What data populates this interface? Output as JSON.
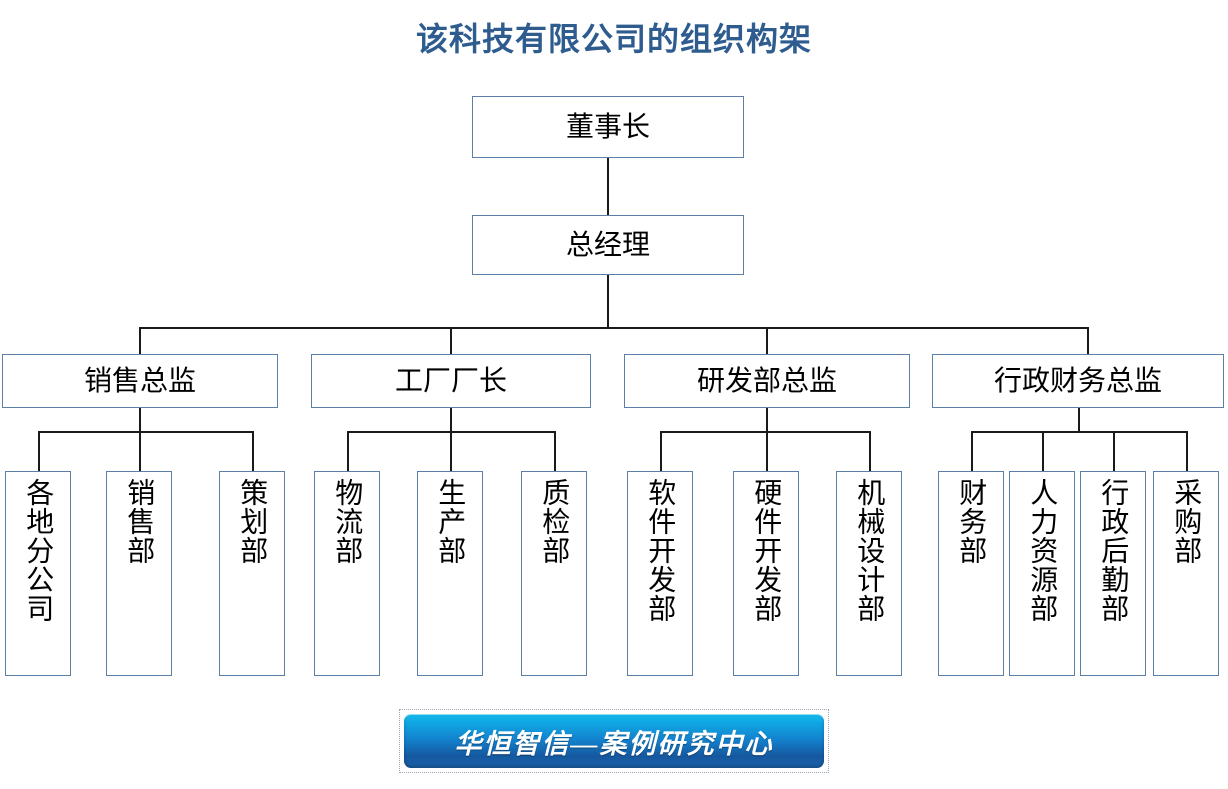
{
  "title": "该科技有限公司的组织构架",
  "colors": {
    "title": "#2f5c8f",
    "box_border": "#5b7fa6",
    "connector": "#1a1a1a",
    "banner_top": "#16b9ec",
    "banner_bottom": "#15589f",
    "banner_text": "#ffffff"
  },
  "org": {
    "chairman": {
      "label": "董事长"
    },
    "general_manager": {
      "label": "总经理"
    },
    "directors": [
      {
        "label": "销售总监",
        "departments": [
          {
            "label": "各地分公司"
          },
          {
            "label": "销售部"
          },
          {
            "label": "策划部"
          }
        ]
      },
      {
        "label": "工厂厂长",
        "departments": [
          {
            "label": "物流部"
          },
          {
            "label": "生产部"
          },
          {
            "label": "质检部"
          }
        ]
      },
      {
        "label": "研发部总监",
        "departments": [
          {
            "label": "软件开发部"
          },
          {
            "label": "硬件开发部"
          },
          {
            "label": "机械设计部"
          }
        ]
      },
      {
        "label": "行政财务总监",
        "departments": [
          {
            "label": "财务部"
          },
          {
            "label": "人力资源部"
          },
          {
            "label": "行政后勤部"
          },
          {
            "label": "采购部"
          }
        ]
      }
    ]
  },
  "footer": {
    "banner_text": "华恒智信—案例研究中心"
  }
}
